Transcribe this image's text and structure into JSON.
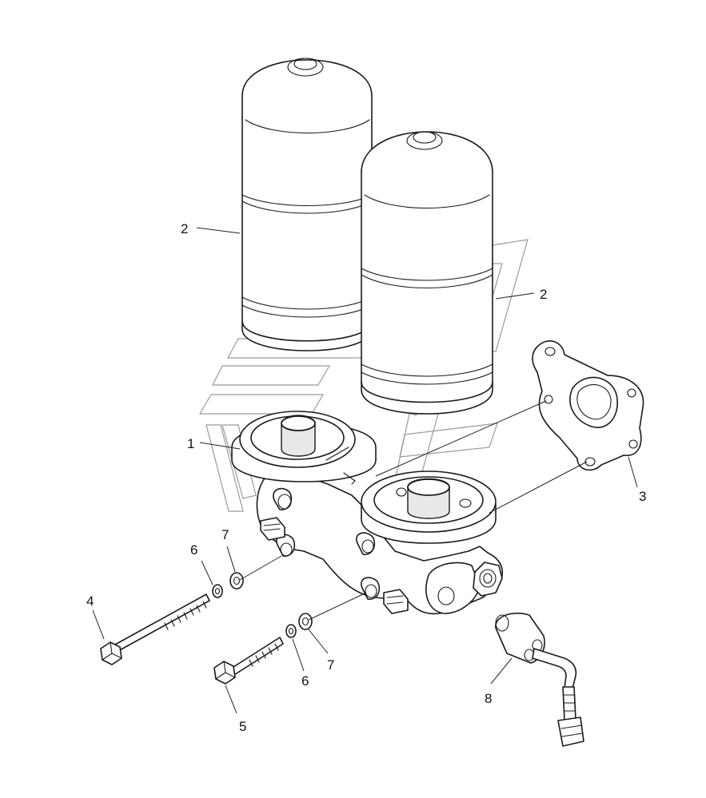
{
  "diagram": {
    "callouts": [
      {
        "id": "c1",
        "label": "1"
      },
      {
        "id": "c2a",
        "label": "2"
      },
      {
        "id": "c2b",
        "label": "2"
      },
      {
        "id": "c3",
        "label": "3"
      },
      {
        "id": "c4",
        "label": "4"
      },
      {
        "id": "c5",
        "label": "5"
      },
      {
        "id": "c6a",
        "label": "6"
      },
      {
        "id": "c6b",
        "label": "6"
      },
      {
        "id": "c7a",
        "label": "7"
      },
      {
        "id": "c7b",
        "label": "7"
      },
      {
        "id": "c8",
        "label": "8"
      }
    ]
  }
}
